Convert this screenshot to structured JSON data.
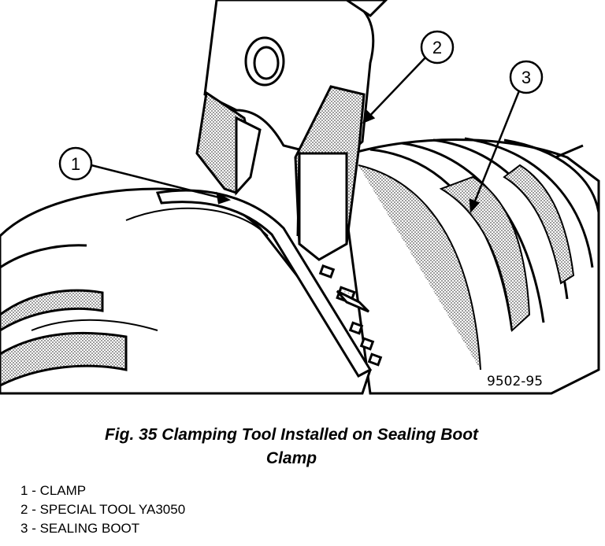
{
  "figure": {
    "code": "9502-95",
    "callouts": [
      {
        "num": "1"
      },
      {
        "num": "2"
      },
      {
        "num": "3"
      }
    ]
  },
  "caption": {
    "line1": "Fig. 35 Clamping Tool Installed on Sealing Boot",
    "line2": "Clamp"
  },
  "legend": [
    {
      "num": "1",
      "sep": " - ",
      "text": "CLAMP"
    },
    {
      "num": "2",
      "sep": " - ",
      "text": "SPECIAL TOOL YA3050"
    },
    {
      "num": "3",
      "sep": " - ",
      "text": "SEALING BOOT"
    }
  ]
}
